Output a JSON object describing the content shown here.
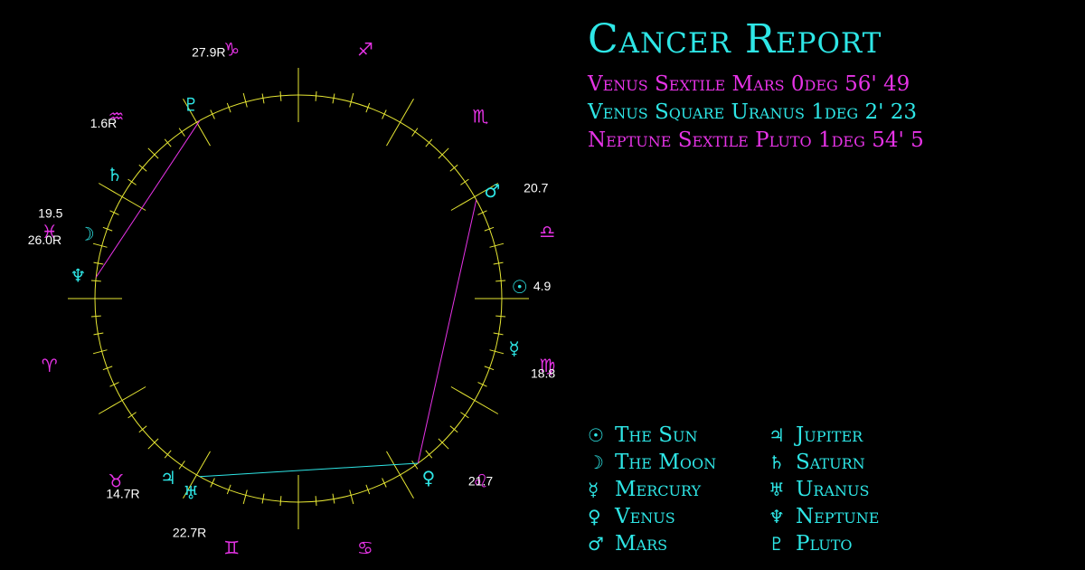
{
  "report": {
    "title": "Cancer Report",
    "aspects": [
      {
        "text": "Venus Sextile Mars 0deg 56' 49",
        "color": "#e633e6"
      },
      {
        "text": "Venus Square Uranus 1deg 2' 23",
        "color": "#2ee6e6"
      },
      {
        "text": "Neptune Sextile Pluto 1deg 54' 5",
        "color": "#e633e6"
      }
    ]
  },
  "colors": {
    "background": "#000000",
    "wheel": "#e6e633",
    "sign": "#e633e6",
    "planet": "#2ee6e6",
    "label": "#ffffff"
  },
  "wheel": {
    "signs": [
      {
        "name": "capricorn",
        "glyph": "♑"
      },
      {
        "name": "sagittarius",
        "glyph": "♐"
      },
      {
        "name": "scorpio",
        "glyph": "♏"
      },
      {
        "name": "libra",
        "glyph": "♎"
      },
      {
        "name": "virgo",
        "glyph": "♍"
      },
      {
        "name": "leo",
        "glyph": "♌"
      },
      {
        "name": "cancer",
        "glyph": "♋"
      },
      {
        "name": "gemini",
        "glyph": "♊"
      },
      {
        "name": "taurus",
        "glyph": "♉"
      },
      {
        "name": "aries",
        "glyph": "♈"
      },
      {
        "name": "pisces",
        "glyph": "♓"
      },
      {
        "name": "aquarius",
        "glyph": "♒"
      }
    ],
    "planets": [
      {
        "name": "sun",
        "glyph": "☉",
        "degree": "4.9"
      },
      {
        "name": "mercury",
        "glyph": "☿",
        "degree": "18.8"
      },
      {
        "name": "venus",
        "glyph": "♀",
        "degree": "21.7"
      },
      {
        "name": "mars",
        "glyph": "♂",
        "degree": "20.7"
      },
      {
        "name": "moon",
        "glyph": "☽",
        "degree": "19.5"
      },
      {
        "name": "jupiter",
        "glyph": "♃",
        "degree": "14.7R"
      },
      {
        "name": "saturn",
        "glyph": "♄",
        "degree": "1.6R"
      },
      {
        "name": "uranus",
        "glyph": "♅",
        "degree": "22.7R"
      },
      {
        "name": "neptune",
        "glyph": "♆",
        "degree": "26.0R"
      },
      {
        "name": "pluto",
        "glyph": "♇",
        "degree": "27.9R"
      }
    ],
    "aspect_lines": [
      {
        "from": "venus",
        "to": "mars",
        "color": "#e633e6"
      },
      {
        "from": "venus",
        "to": "uranus",
        "color": "#2ee6e6"
      },
      {
        "from": "neptune",
        "to": "pluto",
        "color": "#e633e6"
      }
    ]
  },
  "legend": [
    {
      "glyph": "☉",
      "icon": "sun-icon",
      "label": "The Sun"
    },
    {
      "glyph": "☽",
      "icon": "moon-icon",
      "label": "The Moon"
    },
    {
      "glyph": "☿",
      "icon": "mercury-icon",
      "label": "Mercury"
    },
    {
      "glyph": "♀",
      "icon": "venus-icon",
      "label": "Venus"
    },
    {
      "glyph": "♂",
      "icon": "mars-icon",
      "label": "Mars"
    },
    {
      "glyph": "♃",
      "icon": "jupiter-icon",
      "label": "Jupiter"
    },
    {
      "glyph": "♄",
      "icon": "saturn-icon",
      "label": "Saturn"
    },
    {
      "glyph": "♅",
      "icon": "uranus-icon",
      "label": "Uranus"
    },
    {
      "glyph": "♆",
      "icon": "neptune-icon",
      "label": "Neptune"
    },
    {
      "glyph": "♇",
      "icon": "pluto-icon",
      "label": "Pluto"
    }
  ]
}
